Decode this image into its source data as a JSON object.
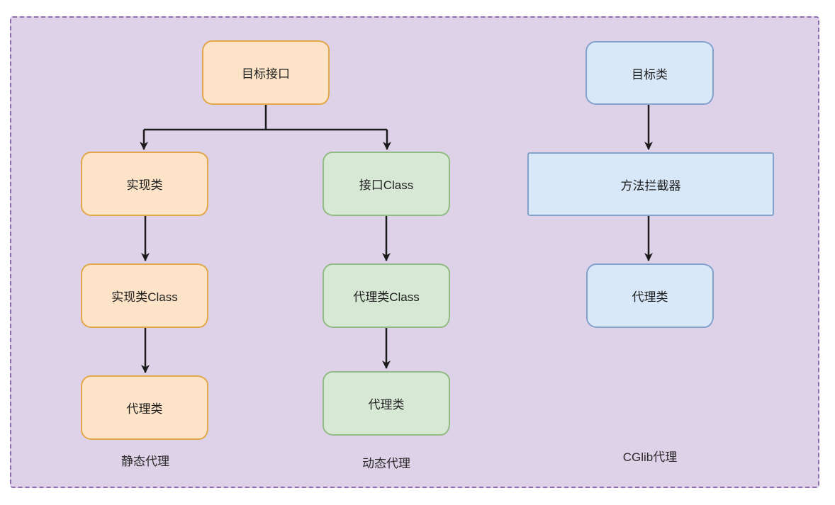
{
  "diagram": {
    "kind": "proxy-patterns-flow",
    "palette": {
      "canvas_fill": "#ddd2e7",
      "canvas_border": "#8f6cb0",
      "arrow": "#1b1b1b",
      "text": "#1f1f1f",
      "orange_fill": "#fde4c8",
      "orange_stroke": "#e2a748",
      "green_fill": "#d7e9d4",
      "green_stroke": "#92ba84",
      "blue_fill": "#d8e8f9",
      "blue_stroke": "#82a1cd"
    },
    "nodes": {
      "target_interface": {
        "label": "目标接口",
        "color": "orange"
      },
      "impl_class": {
        "label": "实现类",
        "color": "orange"
      },
      "impl_class_class": {
        "label": "实现类Class",
        "color": "orange"
      },
      "static_proxy_class": {
        "label": "代理类",
        "color": "orange"
      },
      "interface_class": {
        "label": "接口Class",
        "color": "green"
      },
      "proxy_class_class": {
        "label": "代理类Class",
        "color": "green"
      },
      "dynamic_proxy_class": {
        "label": "代理类",
        "color": "green"
      },
      "target_class": {
        "label": "目标类",
        "color": "blue"
      },
      "method_interceptor": {
        "label": "方法拦截器",
        "color": "blue"
      },
      "cglib_proxy_class": {
        "label": "代理类",
        "color": "blue"
      }
    },
    "edges": [
      {
        "from": "目标接口",
        "to": "实现类"
      },
      {
        "from": "目标接口",
        "to": "接口Class"
      },
      {
        "from": "实现类",
        "to": "实现类Class"
      },
      {
        "from": "实现类Class",
        "to": "代理类"
      },
      {
        "from": "接口Class",
        "to": "代理类Class"
      },
      {
        "from": "代理类Class",
        "to": "代理类"
      },
      {
        "from": "目标类",
        "to": "方法拦截器"
      },
      {
        "from": "方法拦截器",
        "to": "代理类"
      }
    ],
    "captions": {
      "static_proxy": {
        "label": "静态代理"
      },
      "dynamic_proxy": {
        "label": "动态代理"
      },
      "cglib_proxy": {
        "label": "CGlib代理"
      }
    }
  }
}
